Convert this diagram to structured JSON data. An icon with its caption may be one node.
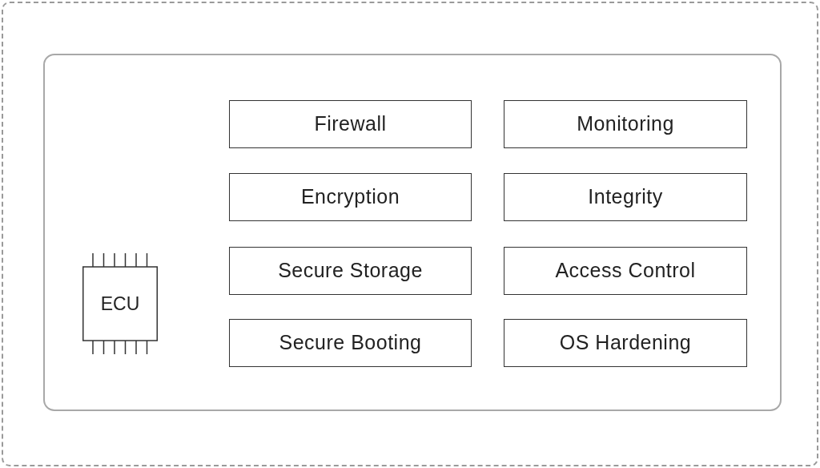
{
  "diagram": {
    "nodes": [
      {
        "text": [],
        "shape": "box"
      },
      {
        "text": [],
        "shape": "box",
        "in": 0
      },
      {
        "text": [
          "ECU"
        ],
        "in": 1
      },
      {
        "text": [
          "Firewall"
        ],
        "in": 1
      },
      {
        "text": [
          "Monitoring"
        ],
        "in": 1
      },
      {
        "text": [
          "Encryption"
        ],
        "in": 1
      },
      {
        "text": [
          "Integrity"
        ],
        "in": 1
      },
      {
        "text": [
          "Secure Storage"
        ],
        "in": 1
      },
      {
        "text": [
          "Access Control"
        ],
        "in": 1
      },
      {
        "text": [
          "Secure Booting"
        ],
        "in": 1
      },
      {
        "text": [
          "OS Hardening"
        ],
        "in": 1
      }
    ]
  }
}
